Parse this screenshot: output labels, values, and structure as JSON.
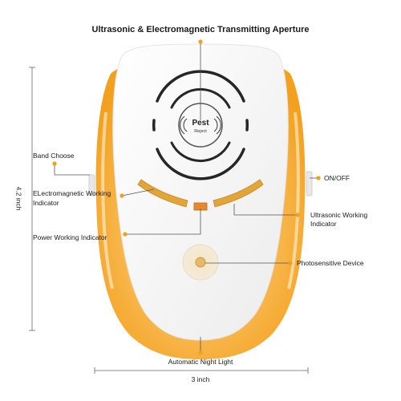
{
  "title": "Ultrasonic & Electromagnetic Transmitting Aperture",
  "logo": {
    "line1": "Pest",
    "line2": "Reject"
  },
  "callouts": {
    "band_choose": "Band Choose",
    "em_indicator_line1": "ELectromagnetic Working",
    "em_indicator_line2": "Indicator",
    "power_indicator": "Power Working  Indicator",
    "on_off": "ON/OFF",
    "ultrasonic_indicator_line1": "Ultrasonic Working",
    "ultrasonic_indicator_line2": "Indicator",
    "photosensitive": "Photosensitive Device",
    "night_light": "Automatic Night Light"
  },
  "dimensions": {
    "height": "4.2 inch",
    "width": "3 inch"
  },
  "colors": {
    "orange": "#f5a21c",
    "orange_light": "#fbd58c",
    "device_white": "#f7f7f7",
    "leader_dot": "#f0a019",
    "leader_line": "#555555"
  }
}
